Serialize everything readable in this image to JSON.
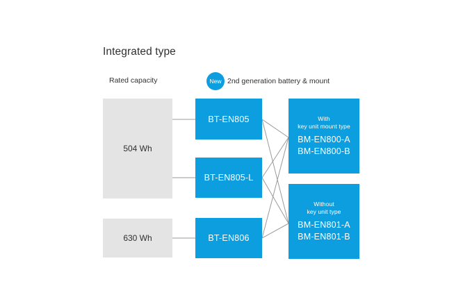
{
  "diagram": {
    "title": "Integrated type",
    "columns": {
      "rated_capacity_label": "Rated capacity",
      "generation_label": "2nd generation battery & mount",
      "new_badge": "New"
    },
    "colors": {
      "blue": "#0d9edf",
      "gray": "#e4e4e4",
      "line": "#9a9a9a",
      "text_dark": "#303030",
      "text_light": "#ffffff"
    },
    "capacities": [
      {
        "label": "504 Wh"
      },
      {
        "label": "630 Wh"
      }
    ],
    "batteries": [
      {
        "label": "BT-EN805"
      },
      {
        "label": "BT-EN805-L"
      },
      {
        "label": "BT-EN806"
      }
    ],
    "mounts": [
      {
        "sub_line1": "With",
        "sub_line2": "key unit mount type",
        "code1": "BM-EN800-A",
        "code2": "BM-EN800-B"
      },
      {
        "sub_line1": "Without",
        "sub_line2": "key unit type",
        "code1": "BM-EN801-A",
        "code2": "BM-EN801-B"
      }
    ]
  }
}
